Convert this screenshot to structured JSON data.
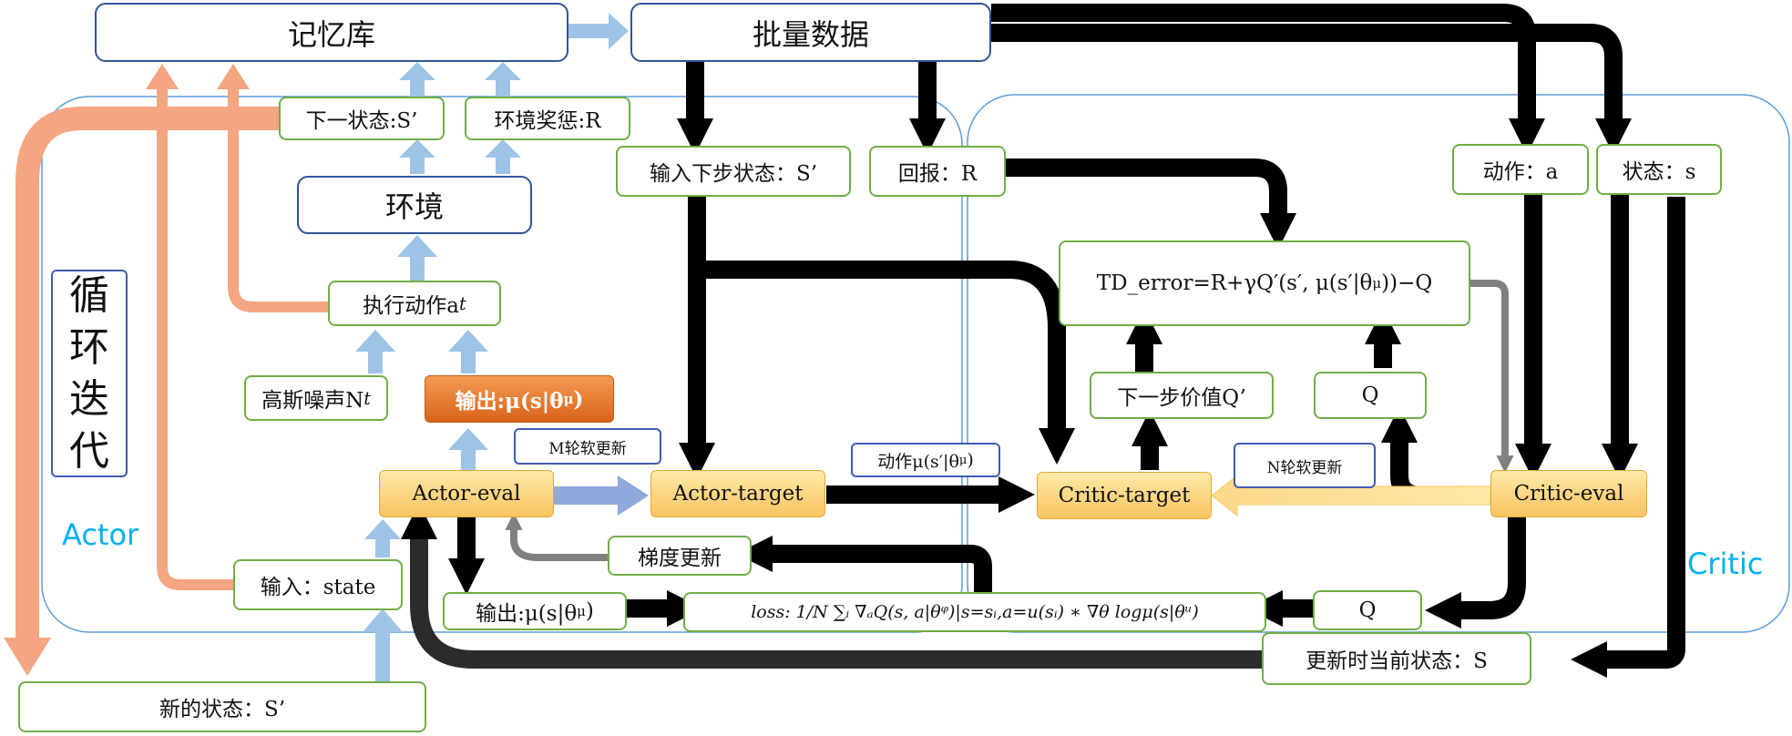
{
  "nodes": {
    "memory": "记忆库",
    "batch": "批量数据",
    "next_state": "下一状态:S’",
    "reward_env": "环境奖惩:R",
    "environment": "环境",
    "execute_action": "执行动作a",
    "execute_action_sub": "t",
    "loop": [
      "循",
      "环",
      "迭",
      "代"
    ],
    "gauss_noise": "高斯噪声N",
    "gauss_noise_sub": "t",
    "actor_output": "输出:μ(s|θ",
    "actor_output_sup": "μ",
    "actor_output_end": ")",
    "m_soft_update": "M轮软更新",
    "actor_eval": "Actor-eval",
    "actor_target": "Actor-target",
    "input_next_state": "输入下步状态：S’",
    "return_r": "回报：R",
    "action_mu": "动作μ(s′|θ",
    "action_mu_sup": "μ",
    "action_mu_end": ")",
    "critic_target": "Critic-target",
    "next_value": "下一步价值Q’",
    "td_error": "TD_error=R+γQ′(s′, μ(s′|θ",
    "td_error_sup": "μ",
    "td_error_end": "))−Q",
    "q_upper": "Q",
    "action_a": "动作：a",
    "state_s": "状态：s",
    "critic_eval": "Critic-eval",
    "n_soft_update": "N轮软更新",
    "gradient_update": "梯度更新",
    "input_state": "输入：state",
    "output_mu": "输出:μ(s|θ",
    "output_mu_sup": "μ",
    "output_mu_end": ")",
    "loss": "loss: 1/N ∑ᵢ ∇ₐQ(s, a|θᵠ)|s=sᵢ,a=u(sᵢ) ∗ ∇θ logμ(s|θᵘ)",
    "q_lower": "Q",
    "update_state": "更新时当前状态：S",
    "new_state": "新的状态：S’"
  },
  "regions": {
    "actor": "Actor",
    "critic": "Critic"
  },
  "colors": {
    "box_border": "#2f5597",
    "label_border": "#70ad47",
    "accent_text": "#00b0f0",
    "eval_fill": "#f9c461",
    "output_fill": "#d9631b",
    "salmon_arrow": "#f4a582",
    "blue_arrow": "#9dc3e6"
  }
}
